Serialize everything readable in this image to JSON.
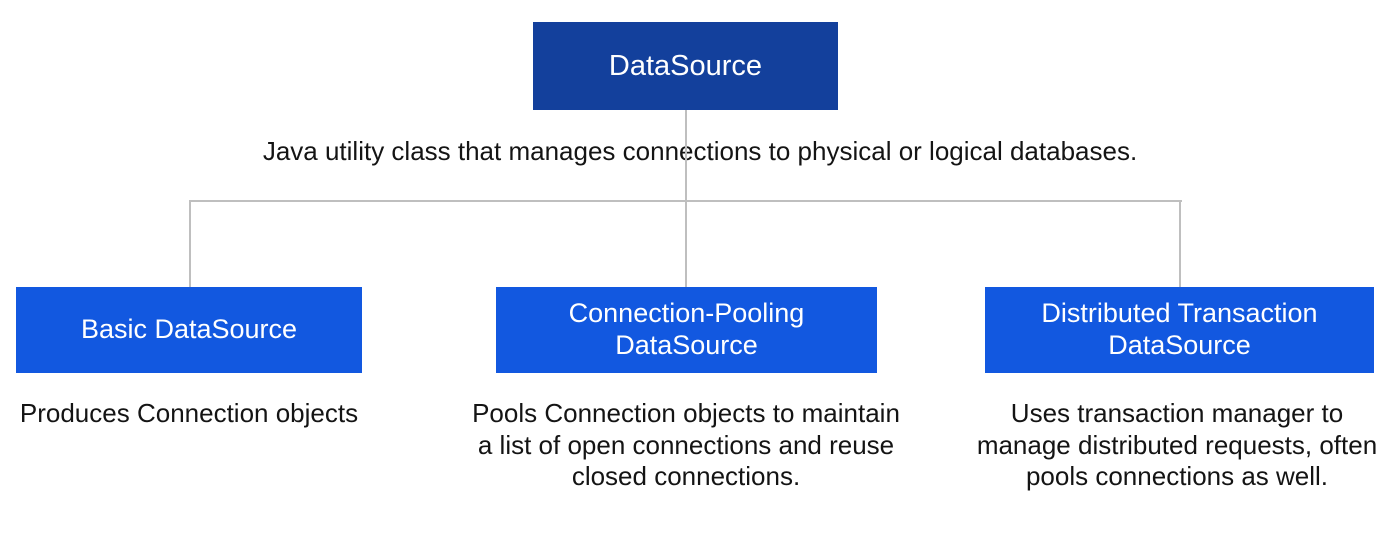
{
  "diagram": {
    "title": "DataSource",
    "type": "hierarchy",
    "colors": {
      "root_box": "#13409c",
      "child_box": "#1258e0",
      "connector": "#bfbfbf",
      "box_text": "#ffffff",
      "caption_text": "#141414",
      "background": "#ffffff"
    },
    "root": {
      "label": "DataSource",
      "description": "Java utility class that manages connections to physical or logical databases."
    },
    "children": [
      {
        "label": "Basic DataSource",
        "caption": "Produces Connection objects"
      },
      {
        "label": "Connection-Pooling DataSource",
        "caption": "Pools Connection objects to maintain a list of open connections and reuse closed connections."
      },
      {
        "label": "Distributed Transaction DataSource",
        "caption": "Uses transaction manager to manage distributed requests, often pools connections as well."
      }
    ]
  }
}
